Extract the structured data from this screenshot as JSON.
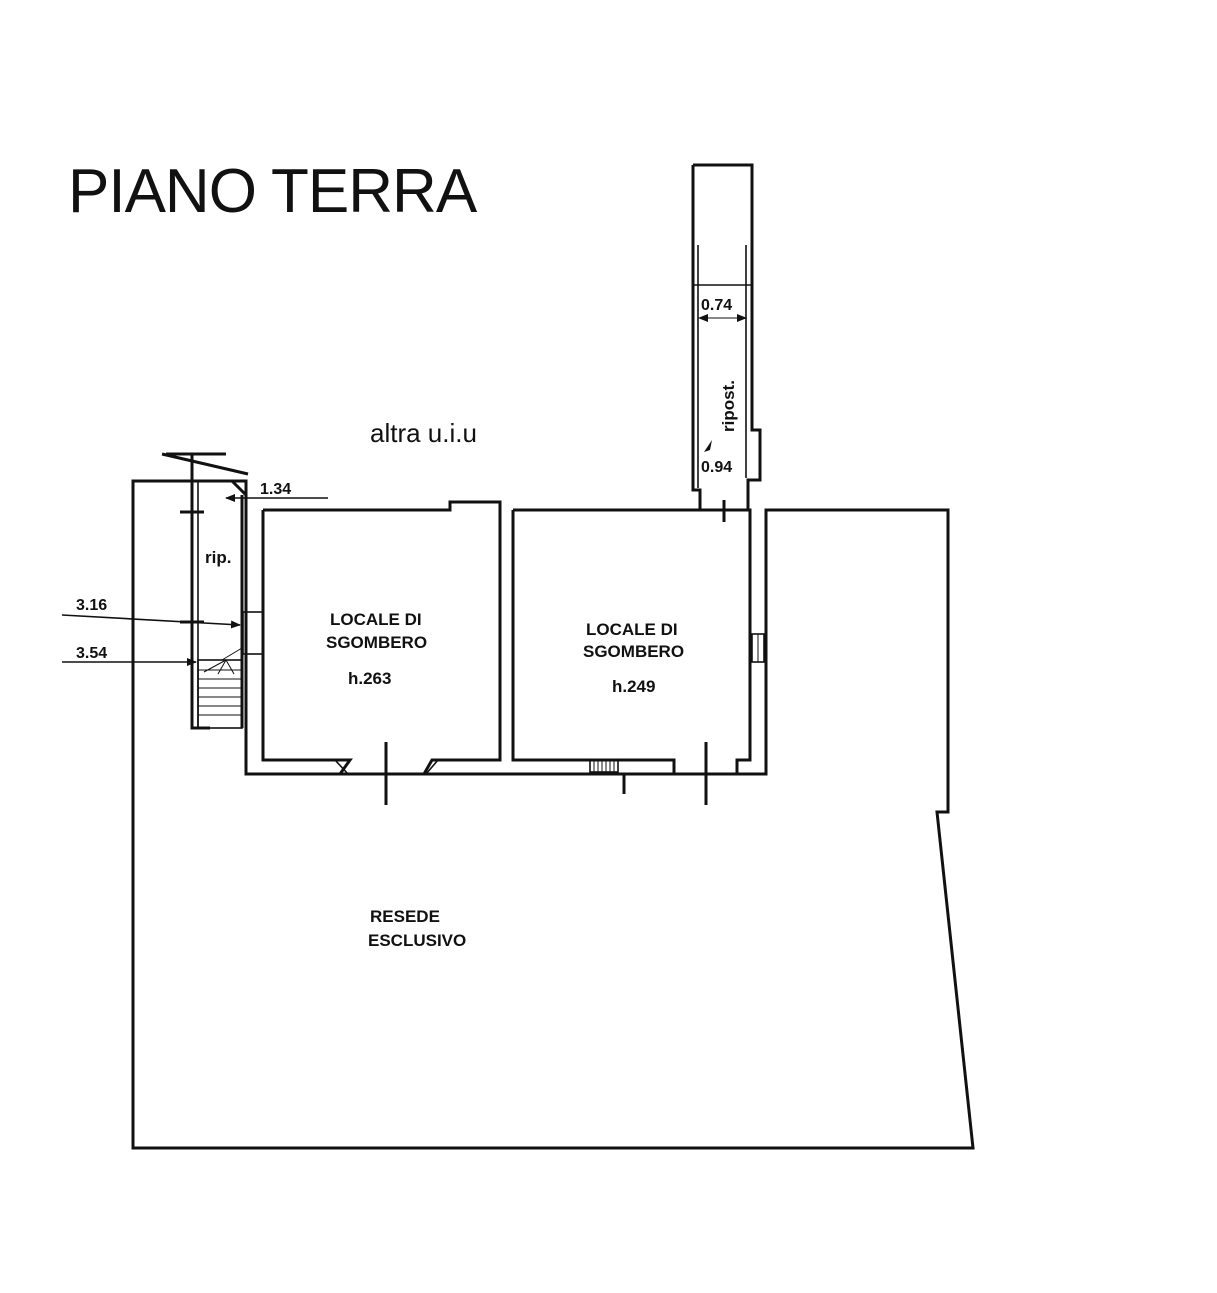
{
  "title": "PIANO TERRA",
  "labels": {
    "neighbor": "altra u.i.u",
    "room1_name_line1": "LOCALE DI",
    "room1_name_line2": "SGOMBERO",
    "room1_height": "h.263",
    "room2_name_line1": "LOCALE DI",
    "room2_name_line2": "SGOMBERO",
    "room2_height": "h.249",
    "closet": "rip.",
    "storage": "ripost.",
    "yard_line1": "RESEDE",
    "yard_line2": "ESCLUSIVO"
  },
  "dimensions": {
    "d_134": "1.34",
    "d_316": "3.16",
    "d_354": "3.54",
    "d_074": "0.74",
    "d_094": "0.94"
  }
}
